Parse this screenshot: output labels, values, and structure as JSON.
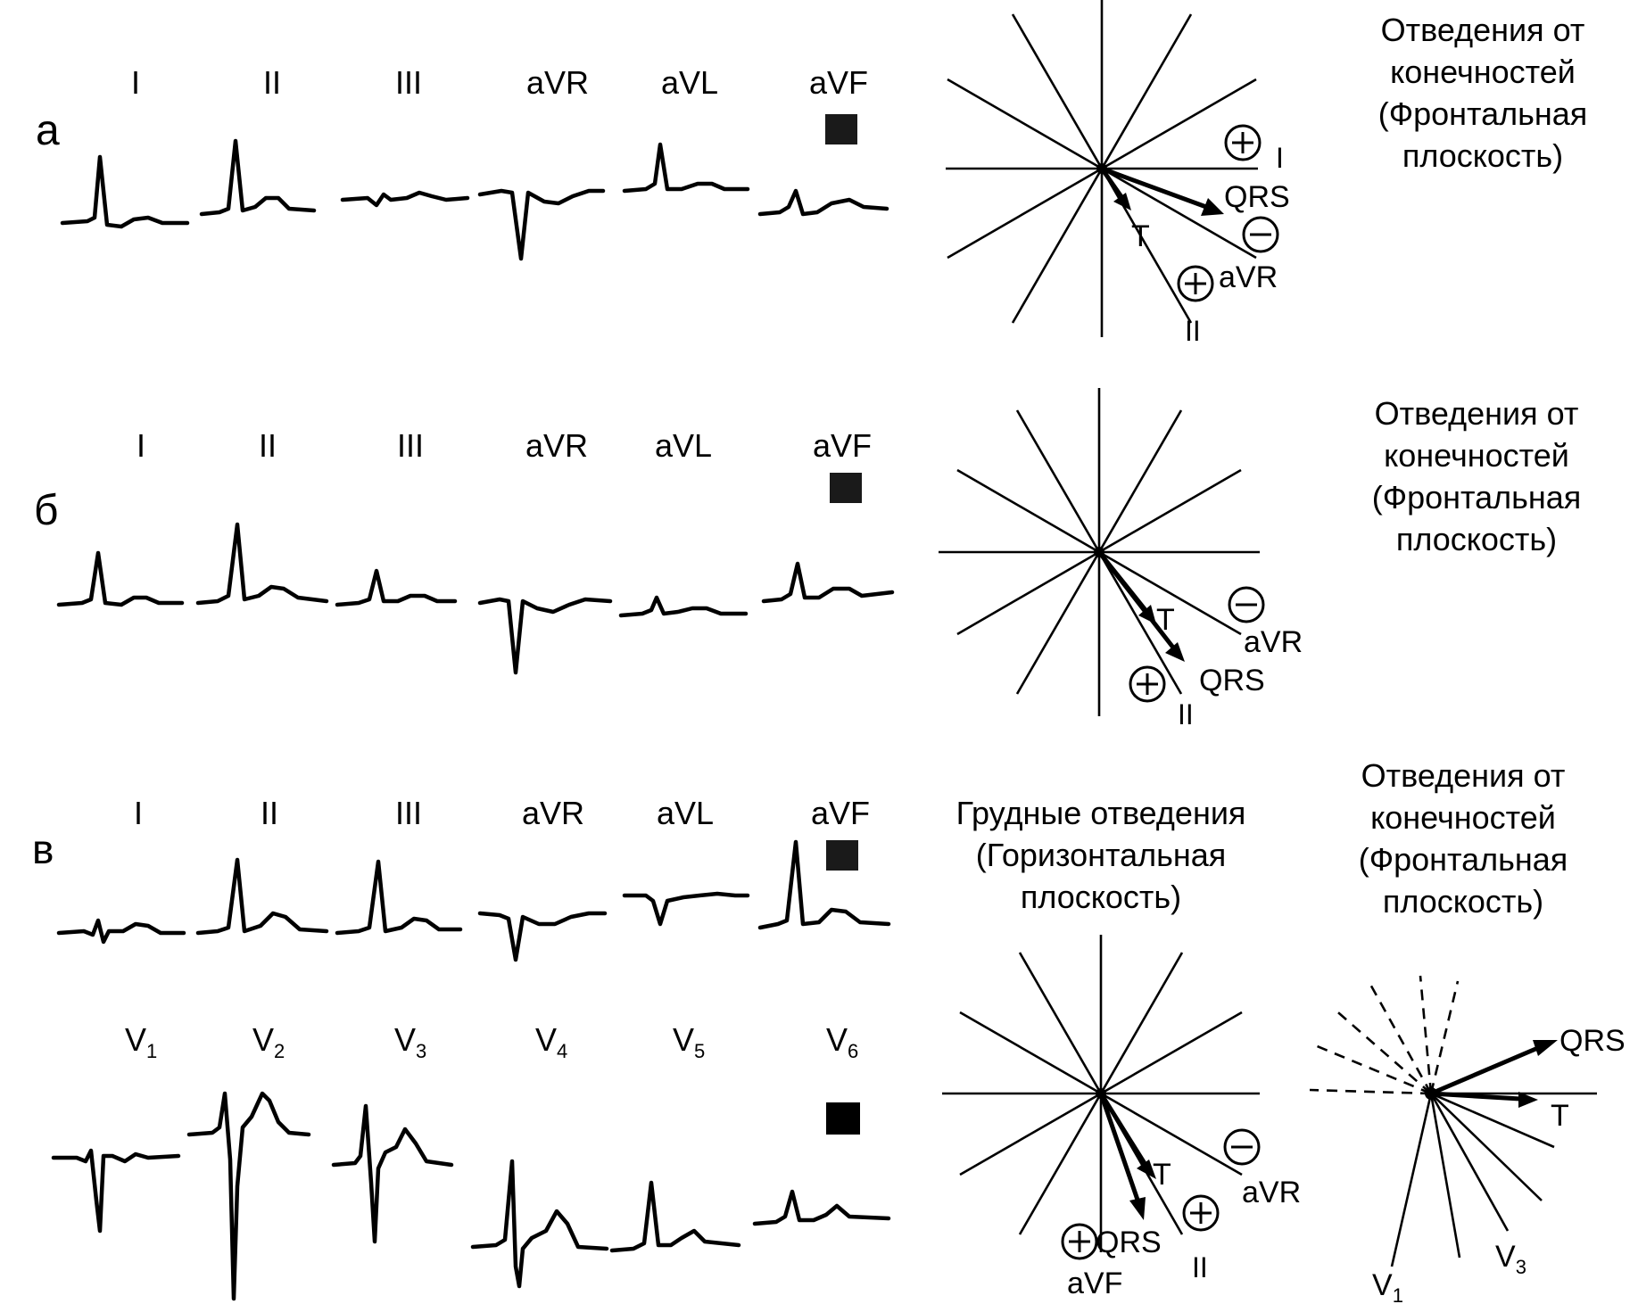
{
  "panels": {
    "a": {
      "letter": "а",
      "lead_labels": [
        "I",
        "II",
        "III",
        "aVR",
        "aVL",
        "aVF"
      ],
      "title_lines": [
        "Отведения от",
        "конечностей",
        "(Фронтальная",
        "плоскость)"
      ],
      "axis_labels": {
        "lead_i": "I",
        "lead_ii": "II",
        "avr": "aVR",
        "qrs": "QRS",
        "t": "T"
      }
    },
    "b": {
      "letter": "б",
      "lead_labels": [
        "I",
        "II",
        "III",
        "aVR",
        "aVL",
        "aVF"
      ],
      "title_lines": [
        "Отведения от",
        "конечностей",
        "(Фронтальная",
        "плоскость)"
      ],
      "axis_labels": {
        "t": "T",
        "avr": "aVR",
        "qrs": "QRS",
        "lead_ii": "II"
      }
    },
    "c": {
      "letter": "в",
      "lead_labels": [
        "I",
        "II",
        "III",
        "aVR",
        "aVL",
        "aVF"
      ],
      "chest_leads": [
        {
          "base": "V",
          "sub": "1"
        },
        {
          "base": "V",
          "sub": "2"
        },
        {
          "base": "V",
          "sub": "3"
        },
        {
          "base": "V",
          "sub": "4"
        },
        {
          "base": "V",
          "sub": "5"
        },
        {
          "base": "V",
          "sub": "6"
        }
      ],
      "title_left_lines": [
        "Грудные отведения",
        "(Горизонтальная",
        "плоскость)"
      ],
      "title_right_lines": [
        "Отведения от",
        "конечностей",
        "(Фронтальная",
        "плоскость)"
      ],
      "axis_labels": {
        "t": "T",
        "avr": "aVR",
        "qrs": "QRS",
        "avf": "aVF",
        "lead_ii": "II"
      },
      "chest_axis_labels": {
        "qrs": "QRS",
        "t": "T",
        "v1": {
          "base": "V",
          "sub": "1"
        },
        "v3": {
          "base": "V",
          "sub": "3"
        }
      }
    }
  },
  "colors": {
    "ink": "#000000",
    "paper": "#ffffff"
  }
}
